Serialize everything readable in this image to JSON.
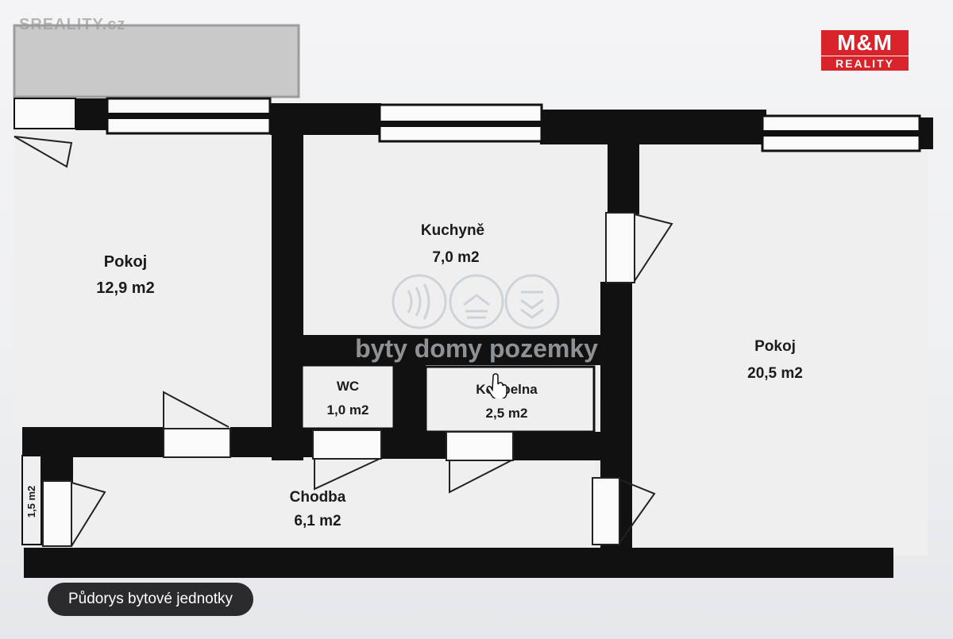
{
  "watermark": {
    "source": "SREALITY.cz",
    "center_text": "byty domy pozemky"
  },
  "logo": {
    "top": "M&M",
    "bottom": "REALITY"
  },
  "rooms": {
    "pokoj_left": {
      "name": "Pokoj",
      "area": "12,9 m2"
    },
    "kuchyne": {
      "name": "Kuchyně",
      "area": "7,0 m2"
    },
    "pokoj_right": {
      "name": "Pokoj",
      "area": "20,5 m2"
    },
    "wc": {
      "name": "WC",
      "area": "1,0 m2"
    },
    "koupelna": {
      "name": "Koupelna",
      "area": "2,5 m2"
    },
    "chodba": {
      "name": "Chodba",
      "area": "6,1 m2"
    },
    "side": {
      "area": "1,5 m2"
    }
  },
  "caption": "Půdorys bytové jednotky"
}
